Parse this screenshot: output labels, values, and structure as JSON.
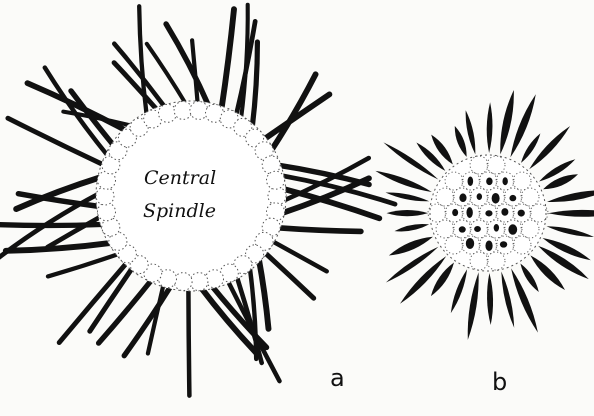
{
  "figure": {
    "panel_a": {
      "label": "a",
      "center_label_line1": "Central",
      "center_label_line2": "Spindle"
    },
    "panel_b": {
      "label": "b"
    },
    "colors": {
      "ink": "#111111",
      "paper": "#fbfbf9",
      "cell_fill": "#ffffff",
      "dotted_outline": "#555555"
    }
  }
}
